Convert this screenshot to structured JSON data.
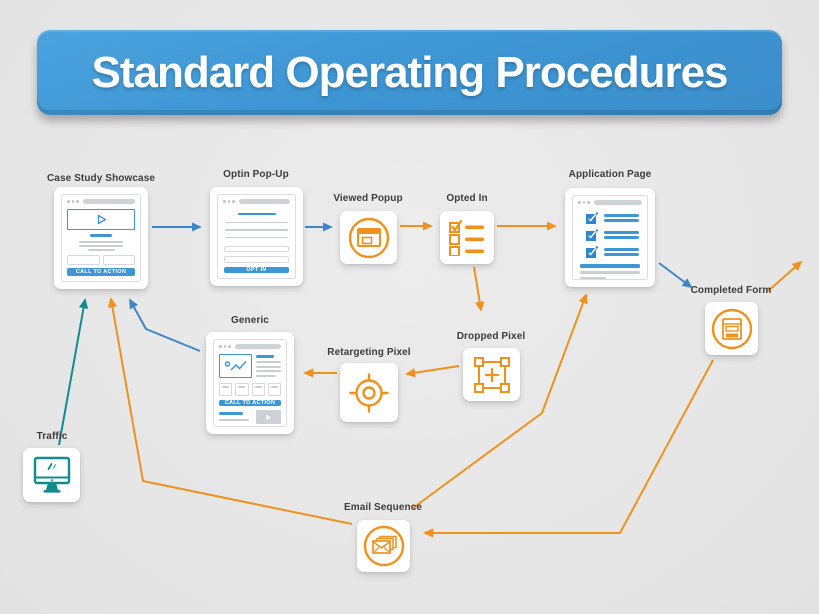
{
  "title": {
    "text": "Standard Operating Procedures"
  },
  "colors": {
    "banner_blue": "#3e96d4",
    "mock_blue": "#3e97d3",
    "arrow_blue": "#3d86c8",
    "arrow_orange": "#f0911e",
    "arrow_teal": "#128b90",
    "background_gray": "#e8e8e8",
    "card_white": "#ffffff"
  },
  "nodes": {
    "case_study": {
      "label": "Case Study Showcase",
      "cta": "CALL TO ACTION"
    },
    "optin_popup": {
      "label": "Optin Pop-Up",
      "cta": "OPT IN"
    },
    "viewed_popup": {
      "label": "Viewed Popup"
    },
    "opted_in": {
      "label": "Opted In"
    },
    "application_page": {
      "label": "Application Page"
    },
    "completed_form": {
      "label": "Completed Form"
    },
    "generic": {
      "label": "Generic",
      "cta": "CALL TO ACTION"
    },
    "retargeting_pixel": {
      "label": "Retargeting Pixel"
    },
    "dropped_pixel": {
      "label": "Dropped Pixel"
    },
    "traffic": {
      "label": "Traffic"
    },
    "email_sequence": {
      "label": "Email Sequence"
    }
  }
}
